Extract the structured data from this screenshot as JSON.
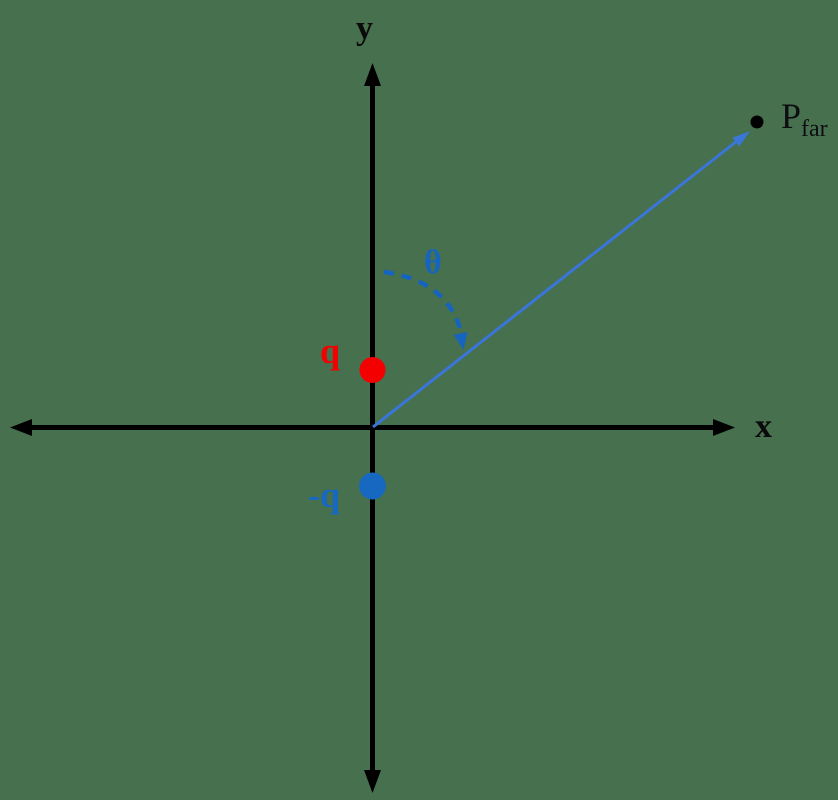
{
  "diagram": {
    "type": "physics-dipole-diagram",
    "axes": {
      "x_label": "x",
      "y_label": "y",
      "color": "#000000"
    },
    "charges": {
      "positive": {
        "label": "q",
        "color": "#f40000"
      },
      "negative": {
        "label": "-q",
        "color": "#1668c0"
      }
    },
    "observation_point": {
      "label": "P",
      "subscript": "far",
      "dot_color": "#000000"
    },
    "angle": {
      "label": "θ",
      "arc_color": "#1565c0"
    },
    "radial_line": {
      "color": "#3a76d8"
    },
    "background_color": "#47704e"
  }
}
